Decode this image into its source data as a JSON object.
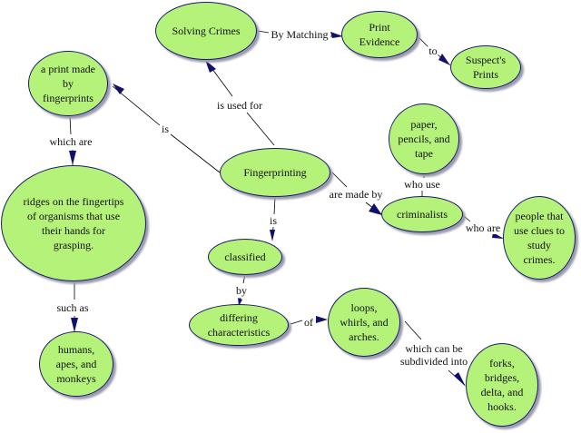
{
  "title": "Fingerprinting concept map",
  "colors": {
    "node_fill": "#b5f27a",
    "node_border": "#1a1a6e",
    "arrow": "#10106e"
  },
  "nodes": {
    "solving_crimes": "Solving Crimes",
    "print_evidence": "Print\nEvidence",
    "suspects_prints": "Suspect's\nPrints",
    "print_made": "a print made\nby\nfingerprints",
    "ridges": "ridges on the fingertips\nof organisms that use\ntheir hands for\ngrasping.",
    "humans": "humans,\napes, and\nmonkeys",
    "fingerprinting": "Fingerprinting",
    "paper": "paper,\npencils, and\ntape",
    "criminalists": "criminalists",
    "people": "people that\nuse clues to\nstudy\ncrimes.",
    "classified": "classified",
    "differing": "differing\ncharacteristics",
    "loops": "loops,\nwhirls, and\narches.",
    "forks": "forks,\nbridges,\ndelta, and\nhooks."
  },
  "links": {
    "by_matching": "By Matching",
    "to": "to",
    "is_used_for": "is used for",
    "is_left": "is",
    "which_are": "which are",
    "such_as": "such as",
    "are_made_by": "are made by",
    "who_use": "who use",
    "who_are": "who are",
    "is_down": "is",
    "by": "by",
    "of": "of",
    "which_can_be": "which can be\nsubdivided into"
  }
}
